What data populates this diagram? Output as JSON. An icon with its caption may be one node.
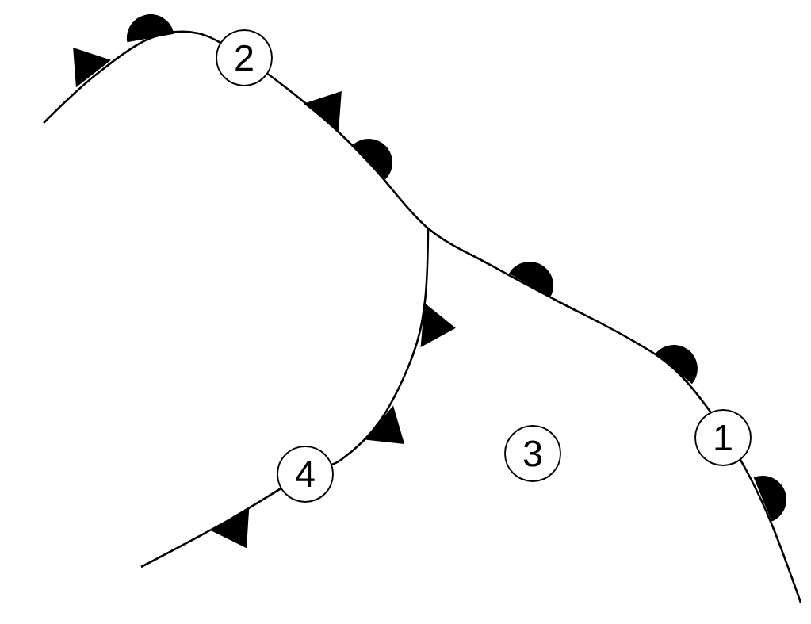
{
  "diagram": {
    "nodes": [
      {
        "text": [
          "2"
        ]
      },
      {
        "text": [
          "1"
        ]
      },
      {
        "text": [
          "3"
        ]
      },
      {
        "text": [
          "4"
        ]
      }
    ]
  }
}
